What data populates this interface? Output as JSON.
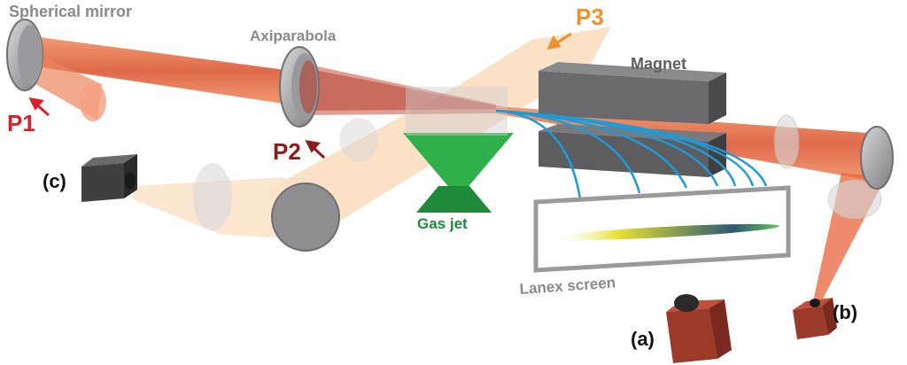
{
  "labels": {
    "spherical_mirror": "Spherical mirror",
    "axiparabola": "Axiparabola",
    "magnet": "Magnet",
    "gas_jet": "Gas jet",
    "lanex_screen": "Lanex screen",
    "p1": "P1",
    "p2": "P2",
    "p3": "P3",
    "a": "(a)",
    "b": "(b)",
    "c": "(c)"
  },
  "colors": {
    "laser_beam": "#e8643c",
    "probe_beam": "#f7c896",
    "p1_red": "#d6202a",
    "p2_darkred": "#8a1c1c",
    "p3_orange": "#f0922b",
    "gas_jet_green": "#27a844",
    "electron_blue": "#1e9ad6",
    "magnet_gray": "#5d5d5f",
    "label_gray": "#8a8a8a",
    "camera_brown": "#9c3a2a"
  }
}
